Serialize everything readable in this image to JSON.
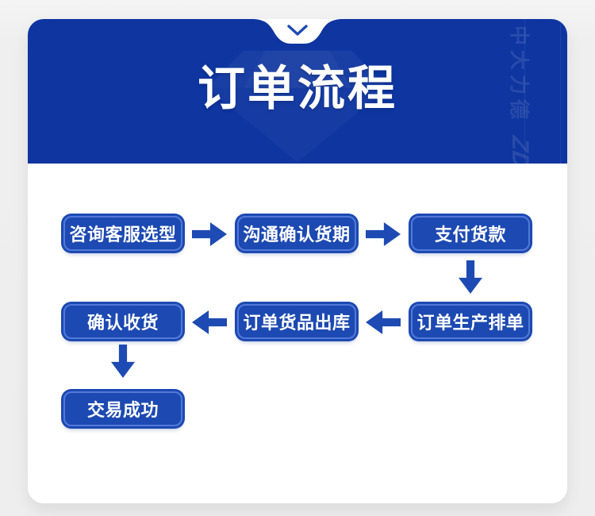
{
  "colors": {
    "page_background": "#efefef",
    "card_background": "#ffffff",
    "header_blue": "#0e35a0",
    "box_fill_blue": "#1c49b2",
    "box_border_blue": "#5379d8",
    "arrow_blue": "#1e4bb3",
    "text_white": "#ffffff",
    "watermark_white": "rgba(255,255,255,0.11)"
  },
  "icons": {
    "chevron_down": "v-shaped chevron stroke",
    "arrow_right": "solid block arrow pointing right",
    "arrow_left": "solid block arrow pointing left",
    "arrow_down": "solid block arrow pointing down",
    "diamond_watermark": "faceted gem silhouette behind title"
  },
  "header": {
    "title": "订单流程",
    "side_watermark": {
      "brand_text": "中大力德",
      "logo_text": "ZD"
    }
  },
  "flowchart": {
    "rows": [
      {
        "boxes": [
          "咨询客服选型",
          "沟通确认货期",
          "支付货款"
        ],
        "arrow_direction": "right"
      },
      {
        "boxes": [
          "确认收货",
          "订单货品出库",
          "订单生产排单"
        ],
        "arrow_direction": "left"
      },
      {
        "boxes": [
          "交易成功"
        ]
      }
    ],
    "process_order": [
      "咨询客服选型",
      "沟通确认货期",
      "支付货款",
      "订单生产排单",
      "订单货品出库",
      "确认收货",
      "交易成功"
    ]
  }
}
